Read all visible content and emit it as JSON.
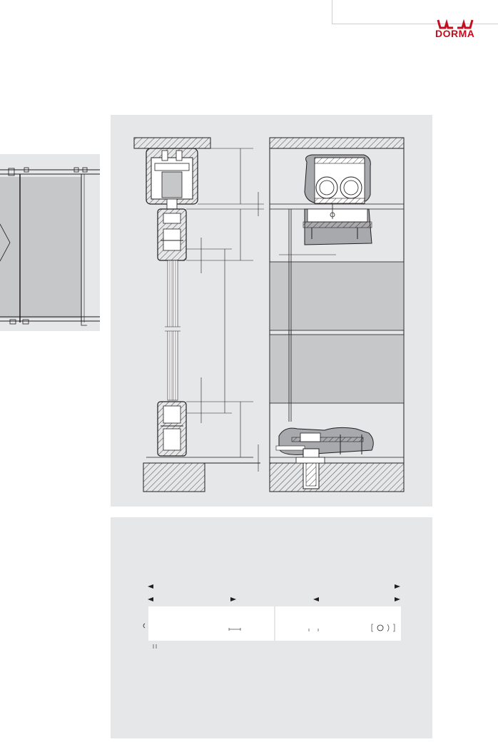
{
  "brand": {
    "name": "DORMA",
    "accent_color": "#c40d1e"
  },
  "colors": {
    "panel_background": "#e6e7e8",
    "wall_fill": "#c6c7c9",
    "line": "#231f20"
  },
  "icons": {
    "logo": "dorma-logo",
    "hatch": "hatch-pattern"
  }
}
